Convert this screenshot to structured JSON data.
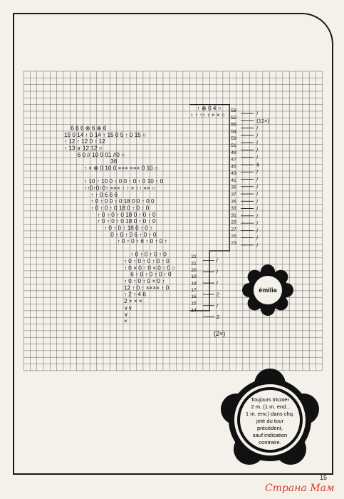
{
  "chart": {
    "row_numbers_upper": [
      "58",
      "52",
      "55",
      "54",
      "53",
      "51",
      "49",
      "47",
      "45",
      "43",
      "41",
      "39",
      "37",
      "35",
      "33",
      "31",
      "29",
      "27",
      "25",
      "23"
    ],
    "row_numbers_lower": [
      "22",
      "21",
      "20",
      "19",
      "18",
      "17",
      "16",
      "15",
      "14"
    ],
    "side_markers_upper": [
      "/",
      "(12×)",
      "/",
      "/",
      "/",
      "/",
      "/",
      "6",
      "/",
      "/",
      "/",
      "/",
      "/",
      "/",
      "/",
      "/",
      "/",
      "/",
      "/"
    ],
    "side_markers_lower": [
      "/",
      "/",
      "/",
      "2",
      "/",
      "2"
    ],
    "repeat_label": "(2×)",
    "symbol_rows": [
      {
        "row": 5,
        "col": 26,
        "text": "↑  ⊗ 0 4  ○"
      },
      {
        "row": 6,
        "col": 25,
        "text": "↑ ↑  ↑↑ ↑ × × ○"
      },
      {
        "row": 8,
        "col": 7,
        "text": "6 6   6   ⊗     6   ⊗  6"
      },
      {
        "row": 9,
        "col": 6,
        "text": "15 0 14 ↑ 0 14 ↑ 15 0 5 ↑ 0 15 ○"
      },
      {
        "row": 10,
        "col": 6,
        "text": "↑   12 ↑ 12   0 ↑ 12"
      },
      {
        "row": 11,
        "col": 6,
        "text": "↑   13   ∨  12   12   ○"
      },
      {
        "row": 12,
        "col": 8,
        "text": "6 0  // 10 0  01  //0  ○"
      },
      {
        "row": 13,
        "col": 13,
        "text": "36"
      },
      {
        "row": 14,
        "col": 9,
        "text": "↑ × ⊗ 0  10 0 ×××  ××× 0 10  ○"
      },
      {
        "row": 16,
        "col": 9,
        "text": "↑ 10 ↑ 10 0 ↑ 0 0 ↑ 0  ↑ 0 10 ↑ 0"
      },
      {
        "row": 17,
        "col": 9,
        "text": "↑↑0↑0↑0↑ ××× ↑ ↑ × ↑↑ ×× ○"
      },
      {
        "row": 18,
        "col": 10,
        "text": "↑ ↑ 0    6    6  6"
      },
      {
        "row": 19,
        "col": 10,
        "text": "↑ 0 ↑ 0 0 ↑ 0   18   0 0 ↑ 0 0"
      },
      {
        "row": 20,
        "col": 10,
        "text": "↑ 0 ↑ 0 ↑ 0   18   0 ↑ 0 ↑ 0"
      },
      {
        "row": 21,
        "col": 11,
        "text": "↑ 0 ↑ 0 ↑ 0   18   0 ↑ 0 ↑ 0"
      },
      {
        "row": 22,
        "col": 11,
        "text": "↑ 0 ↑ 0 ↑ 0   18   0 ↑ 0 ↑ 0"
      },
      {
        "row": 23,
        "col": 12,
        "text": "↑ 0 ↑ 0 ↑   18   0 ↑ 0 ↑"
      },
      {
        "row": 24,
        "col": 13,
        "text": "0 ↑ 0 ↑ 0   6   ↑ 0 ↑ 0"
      },
      {
        "row": 25,
        "col": 14,
        "text": "↑ 0 ↑ 0 ↑ 6 ↑ 0 ↑ 0 ↑"
      },
      {
        "row": 27,
        "col": 16,
        "text": "↑ 0  ↑ 0 ↑ 0 ↑ 0"
      },
      {
        "row": 28,
        "col": 15,
        "text": "↑ 0 ↑ 0  ↑ 0 ↑ 0 ↑ 0"
      },
      {
        "row": 29,
        "col": 15,
        "text": "↑ 0 × 0 ↑ 0 × 0 ↑ 0 ○"
      },
      {
        "row": 30,
        "col": 16,
        "text": "6 ↑ 0 ↑ 0 ↑ 0 ↑ 0"
      },
      {
        "row": 31,
        "col": 15,
        "text": "↑ 0 ↑ 0  ↑ 0 × 0 ↑"
      },
      {
        "row": 32,
        "col": 15,
        "text": "12 ↑ 0  ↑ ×××× ↑ 0"
      },
      {
        "row": 33,
        "col": 15,
        "text": "↑ 2   ↑ 4   6"
      },
      {
        "row": 34,
        "col": 15,
        "text": "2    × × ×"
      },
      {
        "row": 35,
        "col": 15,
        "text": "∨∨"
      },
      {
        "row": 36,
        "col": 15,
        "text": "∨"
      },
      {
        "row": 37,
        "col": 15,
        "text": "×"
      }
    ]
  },
  "emilia_badge": {
    "label": "émilia"
  },
  "tip_badge": {
    "lines": [
      "Toujours tricoter",
      "2 m. (1 m. end.,",
      "1 m. env.) dans chq.",
      "jeté du tour",
      "précédent,",
      "sauf indication",
      "contraire."
    ]
  },
  "page_number": "15",
  "watermark": "Страна Мам"
}
